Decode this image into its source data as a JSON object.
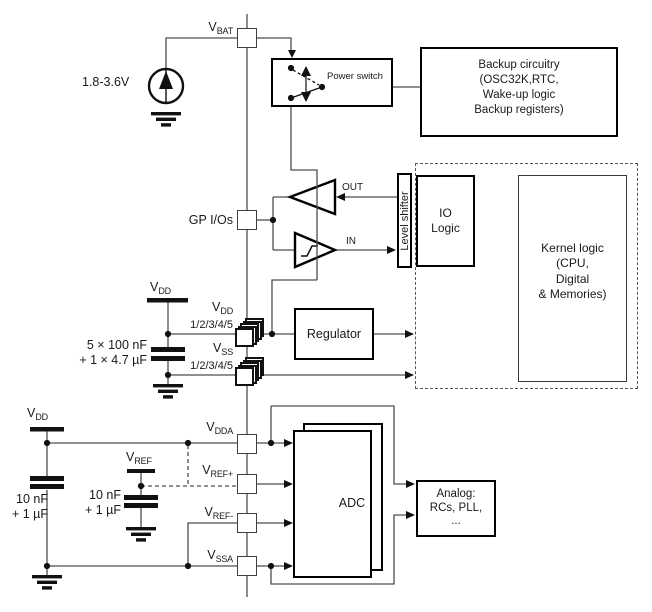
{
  "colors": {
    "background": "#ffffff",
    "wire": "#4d4d4d",
    "block_border": "#000000",
    "text": "#1a1a1a"
  },
  "labels": {
    "vbat": {
      "base": "V",
      "sub": "BAT"
    },
    "battery_voltage": "1.8-3.6V",
    "gpios": "GP I/Os",
    "out": "OUT",
    "in": "IN",
    "vdd_rail": {
      "base": "V",
      "sub": "DD"
    },
    "vdd_pins": {
      "base": "V",
      "sub": "DD",
      "suffix": "1/2/3/4/5"
    },
    "vss_pins": {
      "base": "V",
      "sub": "SS",
      "suffix": "1/2/3/4/5"
    },
    "vdd_cap": [
      "5 × 100 nF",
      "+ 1 × 4.7 µF"
    ],
    "vdd_analog": {
      "base": "V",
      "sub": "DD"
    },
    "vdda": {
      "base": "V",
      "sub": "DDA"
    },
    "vref": {
      "base": "V",
      "sub": "REF"
    },
    "vref_plus": {
      "base": "V",
      "sub": "REF+"
    },
    "vref_minus": {
      "base": "V",
      "sub": "REF-"
    },
    "vssa": {
      "base": "V",
      "sub": "SSA"
    },
    "vdda_cap": [
      "10 nF",
      "+ 1 µF"
    ],
    "vref_cap": [
      "10 nF",
      "+ 1 µF"
    ]
  },
  "blocks": {
    "power_switch": "Power switch",
    "backup": [
      "Backup circuitry",
      "(OSC32K,RTC,",
      "Wake-up logic",
      "Backup registers)"
    ],
    "level_shifter": "Level shifter",
    "io_logic": [
      "IO",
      "Logic"
    ],
    "kernel": [
      "Kernel logic",
      "(CPU,",
      "Digital",
      "& Memories)"
    ],
    "regulator": "Regulator",
    "adc": "ADC",
    "analog": [
      "Analog:",
      "RCs, PLL,",
      "..."
    ]
  }
}
